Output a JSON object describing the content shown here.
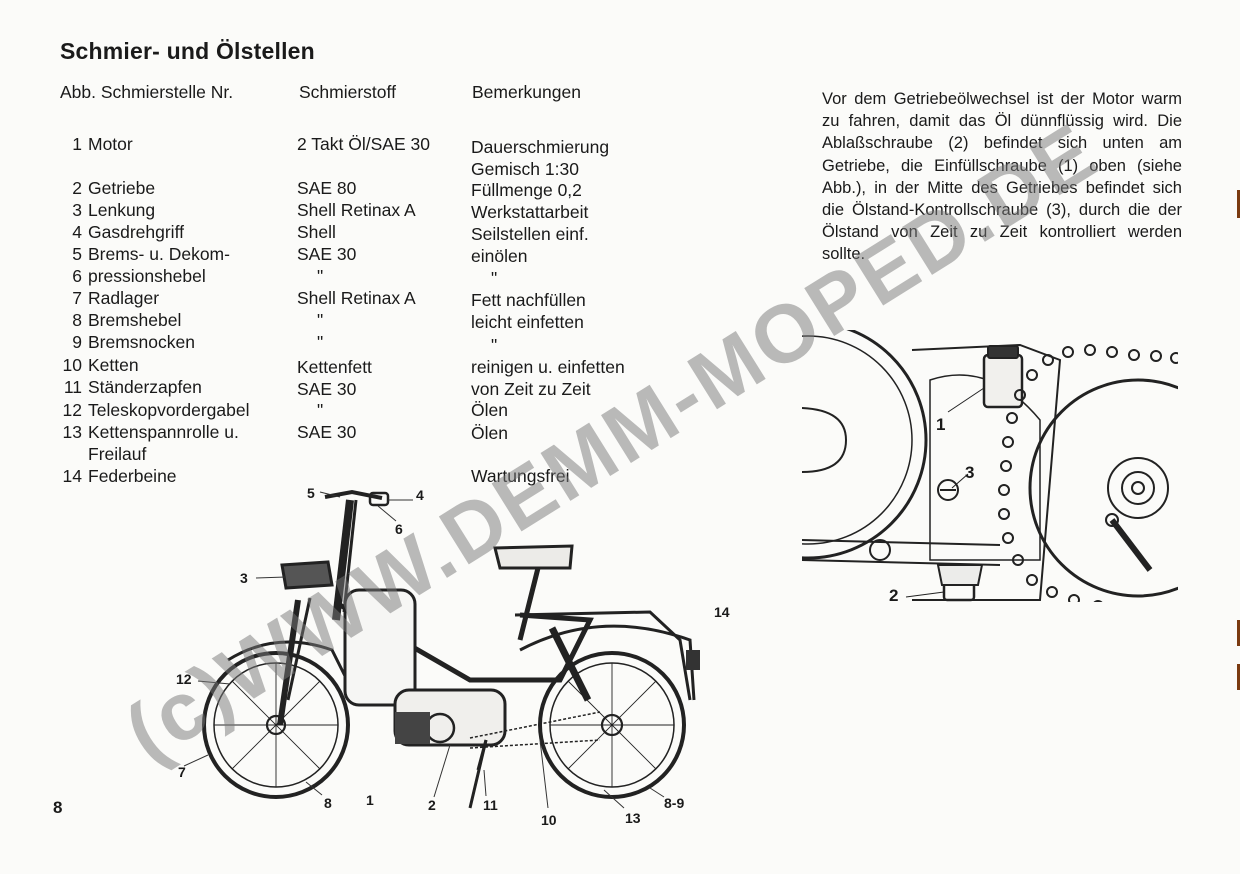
{
  "title": "Schmier- und Ölstellen",
  "table": {
    "headers": {
      "col1": "Abb. Schmierstelle Nr.",
      "col2": "Schmierstoff",
      "col3": "Bemerkungen"
    },
    "rows": [
      {
        "nr": "1",
        "stelle": "Motor",
        "stoff": "2 Takt Öl/SAE 30",
        "bemerkung": "Dauerschmierung"
      },
      {
        "nr": "",
        "stelle": "",
        "stoff": "",
        "bemerkung": "Gemisch 1:30"
      },
      {
        "nr": "2",
        "stelle": "Getriebe",
        "stoff": "SAE 80",
        "bemerkung": "Füllmenge 0,2"
      },
      {
        "nr": "3",
        "stelle": "Lenkung",
        "stoff": "Shell Retinax A",
        "bemerkung": "Werkstattarbeit"
      },
      {
        "nr": "4",
        "stelle": "Gasdrehgriff",
        "stoff": "Shell",
        "bemerkung": "Seilstellen einf."
      },
      {
        "nr": "5",
        "stelle": "Brems- u. Dekom-",
        "stoff": "SAE 30",
        "bemerkung": "einölen"
      },
      {
        "nr": "6",
        "stelle": "pressionshebel",
        "stoff": "\"",
        "bemerkung": "\""
      },
      {
        "nr": "7",
        "stelle": "Radlager",
        "stoff": "Shell Retinax A",
        "bemerkung": "Fett nachfüllen"
      },
      {
        "nr": "8",
        "stelle": "Bremshebel",
        "stoff": "\"",
        "bemerkung": "leicht einfetten"
      },
      {
        "nr": "9",
        "stelle": "Bremsnocken",
        "stoff": "\"",
        "bemerkung": "\""
      },
      {
        "nr": "10",
        "stelle": "Ketten",
        "stoff": "Kettenfett",
        "bemerkung": "reinigen u. einfetten"
      },
      {
        "nr": "11",
        "stelle": "Ständerzapfen",
        "stoff": "SAE 30",
        "bemerkung": "von Zeit zu Zeit"
      },
      {
        "nr": "12",
        "stelle": "Teleskopvordergabel",
        "stoff": "\"",
        "bemerkung": "Ölen"
      },
      {
        "nr": "13",
        "stelle": "Kettenspannrolle u.",
        "stoff": "SAE 30",
        "bemerkung": "Ölen"
      },
      {
        "nr": "",
        "stelle": "Freilauf",
        "stoff": "",
        "bemerkung": ""
      },
      {
        "nr": "14",
        "stelle": "Federbeine",
        "stoff": "",
        "bemerkung": "Wartungsfrei"
      }
    ]
  },
  "body_text": "Vor dem Getriebeölwechsel ist der Motor warm zu fahren, damit das Öl dünnflüssig wird. Die Ablaßschraube (2) befindet sich unten am Getriebe, die Einfüllschraube (1) oben (siehe Abb.), in der Mitte des Getriebes befindet sich die Ölstand-Kontrollschraube (3), durch die der Ölstand von Zeit zu Zeit kontrolliert werden sollte.",
  "moped_labels": {
    "l5": "5",
    "l4": "4",
    "l6": "6",
    "l3": "3",
    "l14": "14",
    "l12": "12",
    "l7": "7",
    "l8": "8",
    "l1": "1",
    "l2": "2",
    "l11": "11",
    "l10": "10",
    "l13": "13",
    "l89": "8-9"
  },
  "engine_labels": {
    "l1": "1",
    "l3": "3",
    "l2": "2"
  },
  "page_number": "8",
  "watermark": "(c)WWW.DEMM-MOPED.DE"
}
